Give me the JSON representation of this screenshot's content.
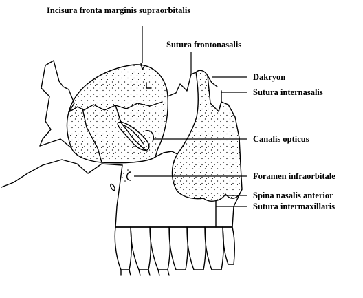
{
  "labels": {
    "incisura": "Incisura fronta marginis supraorbitalis",
    "sutura_frontonasalis": "Sutura frontonasalis",
    "dakryon": "Dakryon",
    "sutura_internasalis": "Sutura internasalis",
    "canalis_opticus": "Canalis opticus",
    "foramen_infraorbitale": "Foramen infraorbitale",
    "spina_nasalis": "Spina nasalis anterior",
    "sutura_intermaxillaris": "Sutura  intermaxillaris"
  },
  "colors": {
    "line": "#000000",
    "background": "#ffffff"
  }
}
